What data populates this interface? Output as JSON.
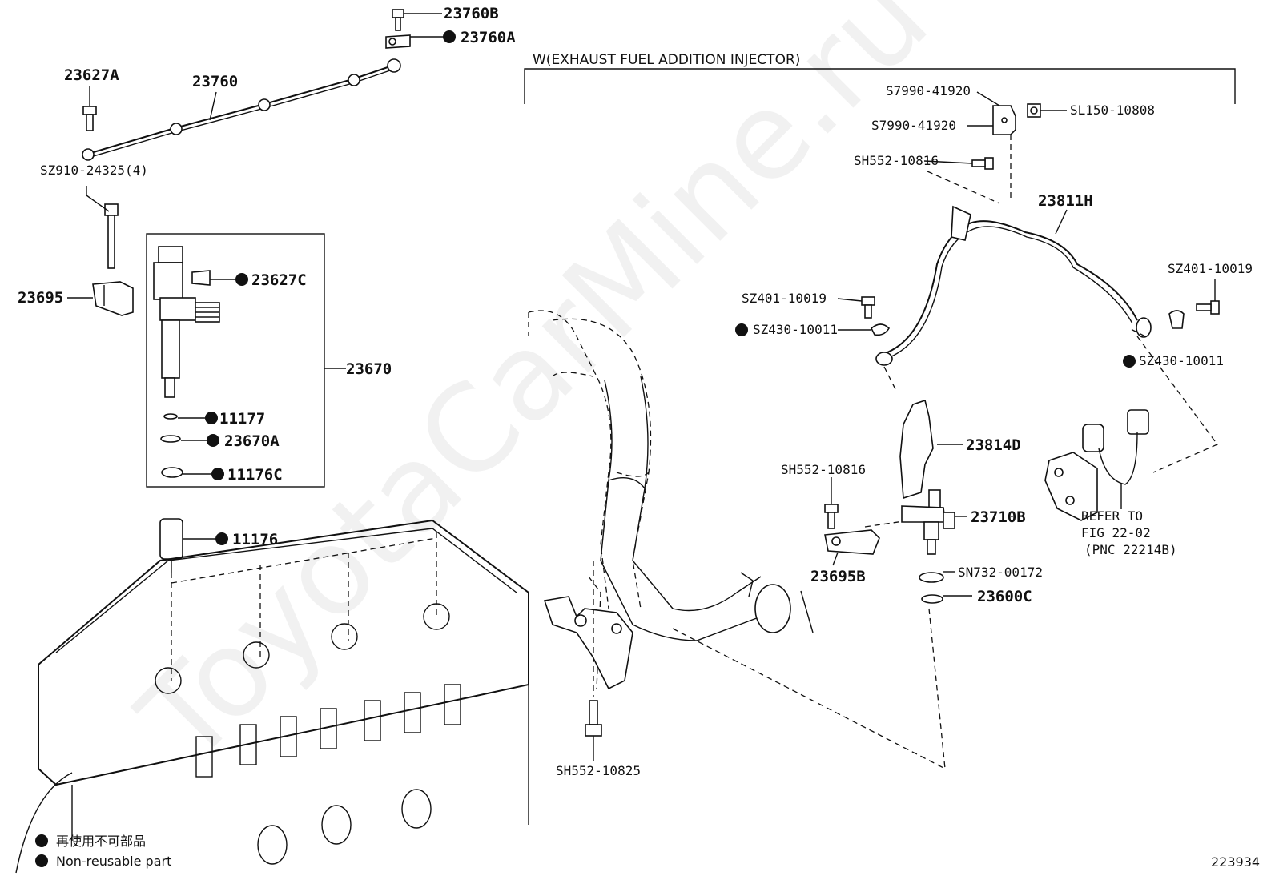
{
  "section_title": "W(EXHAUST FUEL ADDITION INJECTOR)",
  "watermark": "ToyotaCarMine.ru",
  "figure_number": "223934",
  "callouts": {
    "c23760B": "23760B",
    "c23760A": "23760A",
    "c23627A": "23627A",
    "c23760": "23760",
    "cSZ910": "SZ910-24325(4)",
    "c23695": "23695",
    "c23627C": "23627C",
    "c23670": "23670",
    "c11177": "11177",
    "c23670A": "23670A",
    "c11176C": "11176C",
    "c11176": "11176",
    "cS7990a": "S7990-41920",
    "cS7990b": "S7990-41920",
    "cSL150": "SL150-10808",
    "cSH552a": "SH552-10816",
    "c23811H": "23811H",
    "cSZ401a": "SZ401-10019",
    "cSZ430a": "SZ430-10011",
    "cSZ401b": "SZ401-10019",
    "cSZ430b": "SZ430-10011",
    "c23814D": "23814D",
    "cSH552b": "SH552-10816",
    "c23710B": "23710B",
    "c23695B": "23695B",
    "cSN732": "SN732-00172",
    "c23600C": "23600C",
    "cSH552c": "SH552-10825"
  },
  "refer": {
    "line1": "REFER TO",
    "line2": "FIG 22-02",
    "line3": "(PNC 22214B)"
  },
  "legend": {
    "jp": "再使用不可部品",
    "en": "Non-reusable part"
  },
  "non_reusable_symbol": "filled-circle"
}
